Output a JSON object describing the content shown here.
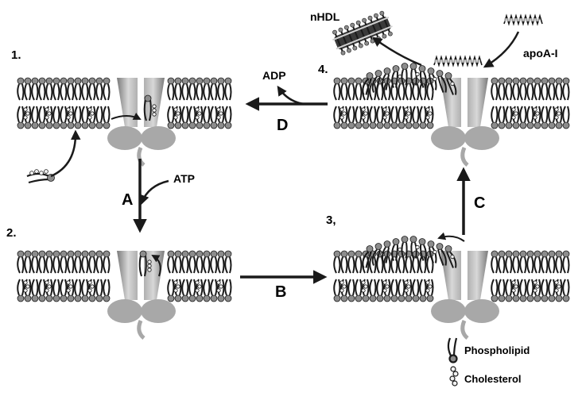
{
  "panels": [
    {
      "id": "1",
      "number_label": "1."
    },
    {
      "id": "2",
      "number_label": "2."
    },
    {
      "id": "3",
      "number_label": "3,"
    },
    {
      "id": "4",
      "number_label": "4."
    }
  ],
  "steps": {
    "a": "A",
    "b": "B",
    "c": "C",
    "d": "D"
  },
  "molecules": {
    "atp": "ATP",
    "adp": "ADP",
    "nhdl": "nHDL",
    "apoa1": "apoA-I"
  },
  "legend": {
    "phospholipid": "Phospholipid",
    "cholesterol": "Cholesterol"
  },
  "colors": {
    "ink": "#1a1a1a",
    "lipid_head": "#8c8c8c",
    "transporter_light": "#d6d6d6",
    "transporter_dark": "#9a9a9a",
    "nbd": "#a8a8a8",
    "cholesterol": "#f2f2f2"
  }
}
